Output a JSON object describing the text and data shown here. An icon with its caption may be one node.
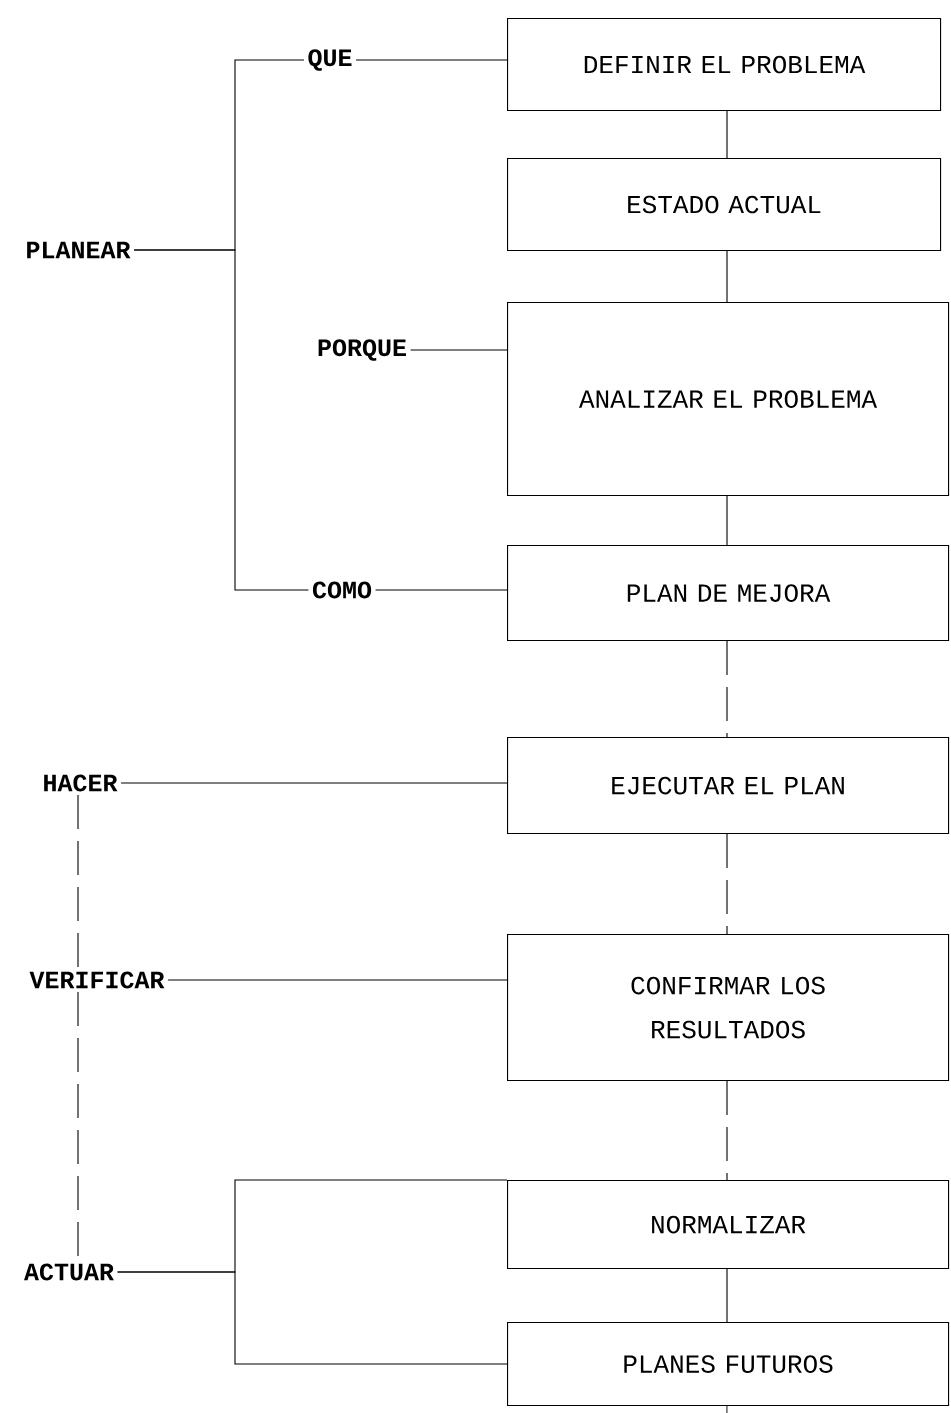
{
  "diagram": {
    "nodes": [
      {
        "text": [
          "QUE"
        ]
      },
      {
        "text": [
          "DEFINIR EL PROBLEMA"
        ]
      },
      {
        "text": [
          "ESTADO ACTUAL"
        ]
      },
      {
        "text": [
          "PLANEAR"
        ]
      },
      {
        "text": [
          "PORQUE"
        ]
      },
      {
        "text": [
          "ANALIZAR EL PROBLEMA"
        ]
      },
      {
        "text": [
          "COMO"
        ]
      },
      {
        "text": [
          "PLAN DE MEJORA"
        ]
      },
      {
        "text": [
          "HACER"
        ]
      },
      {
        "text": [
          "EJECUTAR EL PLAN"
        ]
      },
      {
        "text": [
          "VERIFICAR"
        ]
      },
      {
        "text": [
          "CONFIRMAR LOS RESULTADOS"
        ]
      },
      {
        "text": [
          "NORMALIZAR"
        ]
      },
      {
        "text": [
          "ACTUAR"
        ]
      },
      {
        "text": [
          "PLANES FUTUROS"
        ]
      }
    ],
    "edges": [
      {
        "from": 3,
        "to": 0,
        "arrow": "none"
      },
      {
        "from": 3,
        "to": 6,
        "arrow": "none"
      },
      {
        "from": 0,
        "to": 1,
        "arrow": "none"
      },
      {
        "from": 1,
        "to": 2,
        "arrow": "none"
      },
      {
        "from": 2,
        "to": 5,
        "arrow": "none"
      },
      {
        "from": 4,
        "to": 5,
        "arrow": "none"
      },
      {
        "from": 5,
        "to": 7,
        "arrow": "none"
      },
      {
        "from": 6,
        "to": 7,
        "arrow": "none"
      },
      {
        "from": 7,
        "to": 9,
        "arrow": "none",
        "style": "dashed"
      },
      {
        "from": 8,
        "to": 9,
        "arrow": "none"
      },
      {
        "from": 9,
        "to": 11,
        "arrow": "none",
        "style": "dashed"
      },
      {
        "from": 10,
        "to": 11,
        "arrow": "none"
      },
      {
        "from": 8,
        "to": 10,
        "arrow": "none",
        "style": "dashed"
      },
      {
        "from": 11,
        "to": 12,
        "arrow": "none",
        "style": "dashed"
      },
      {
        "from": 10,
        "to": 13,
        "arrow": "none",
        "style": "dashed"
      },
      {
        "from": 13,
        "to": 12,
        "arrow": "none"
      },
      {
        "from": 13,
        "to": 14,
        "arrow": "none"
      },
      {
        "from": 12,
        "to": 14,
        "arrow": "none"
      },
      {
        "from": 14,
        "to": null,
        "arrow": "none"
      }
    ]
  }
}
